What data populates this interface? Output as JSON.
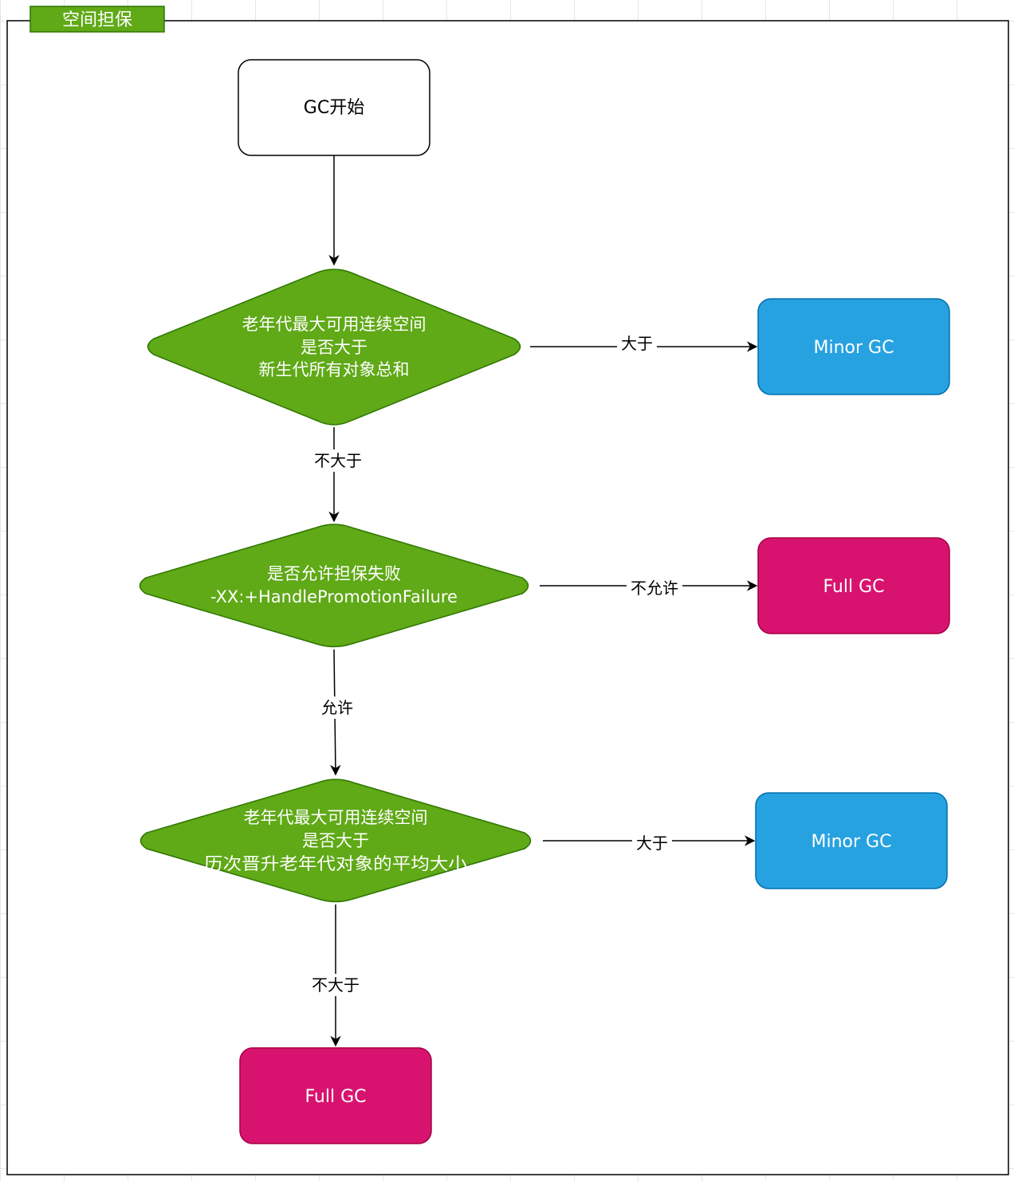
{
  "container": {
    "title": "空间担保"
  },
  "colors": {
    "decision_fill": "#60a917",
    "decision_stroke": "#2d7600",
    "minor_fill": "#1ba1e2",
    "minor_stroke": "#006eaf",
    "full_fill": "#d80073",
    "full_stroke": "#a50040",
    "start_fill": "#ffffff",
    "start_stroke": "#000000",
    "title_fill": "#60a917",
    "title_stroke": "#2d7600",
    "edge": "#000000"
  },
  "nodes": {
    "start": {
      "label": "GC开始"
    },
    "decision1": {
      "line1": "老年代最大可用连续空间",
      "line2": "是否大于",
      "line3": "新生代所有对象总和"
    },
    "minor1": {
      "label": "Minor GC"
    },
    "decision2": {
      "line1": "是否允许担保失败",
      "line2": "-XX:+HandlePromotionFailure"
    },
    "full1": {
      "label": "Full GC"
    },
    "decision3": {
      "line1": "老年代最大可用连续空间",
      "line2": "是否大于",
      "line3": "历次晋升老年代对象的平均大小"
    },
    "minor2": {
      "label": "Minor GC"
    },
    "full2": {
      "label": "Full GC"
    }
  },
  "edges": {
    "d1_to_minor1": "大于",
    "d1_to_d2": "不大于",
    "d2_to_full1": "不允许",
    "d2_to_d3": "允许",
    "d3_to_minor2": "大于",
    "d3_to_full2": "不大于"
  }
}
